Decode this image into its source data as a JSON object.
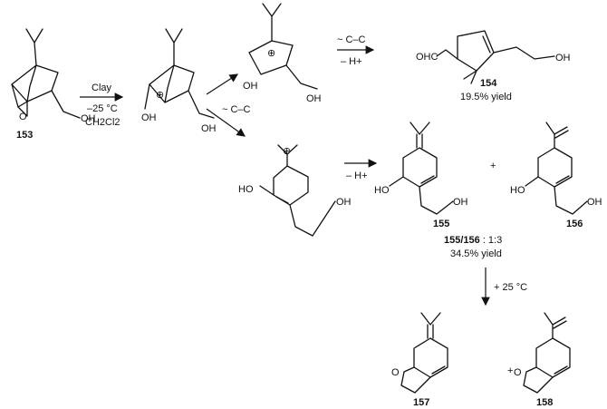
{
  "compounds": {
    "c153": {
      "label": "153",
      "oh": "OH",
      "o": "O"
    },
    "cation1": {
      "oh_left": "OH",
      "oh_right": "OH",
      "charge": "⊕"
    },
    "cation2": {
      "oh_left": "OH",
      "oh_right": "OH",
      "charge": "⊕"
    },
    "cation3": {
      "ho": "HO",
      "oh": "OH",
      "charge": "⊕"
    },
    "c154": {
      "label": "154",
      "yield": "19.5% yield",
      "cho": "OHC",
      "oh": "OH"
    },
    "c155": {
      "label": "155",
      "ho": "HO",
      "oh": "OH"
    },
    "c156": {
      "label": "156",
      "ho": "HO",
      "oh": "OH"
    },
    "c157": {
      "label": "157",
      "o": "O"
    },
    "c158": {
      "label": "158",
      "o": "O"
    }
  },
  "reagents": {
    "step1_top": "Clay",
    "step1_temp": "–25 °C",
    "step1_solvent": "CH2Cl2",
    "shift_label": "~ C–C",
    "shift_upper": "~ C–C",
    "minus_h_upper": "– H+",
    "minus_h_lower": "– H+",
    "plus1": "+",
    "plus2": "+",
    "ratio_bold": "155/156",
    "ratio_text": " : 1:3",
    "ratio_yield": "34.5% yield",
    "heat": "+ 25 °C"
  }
}
